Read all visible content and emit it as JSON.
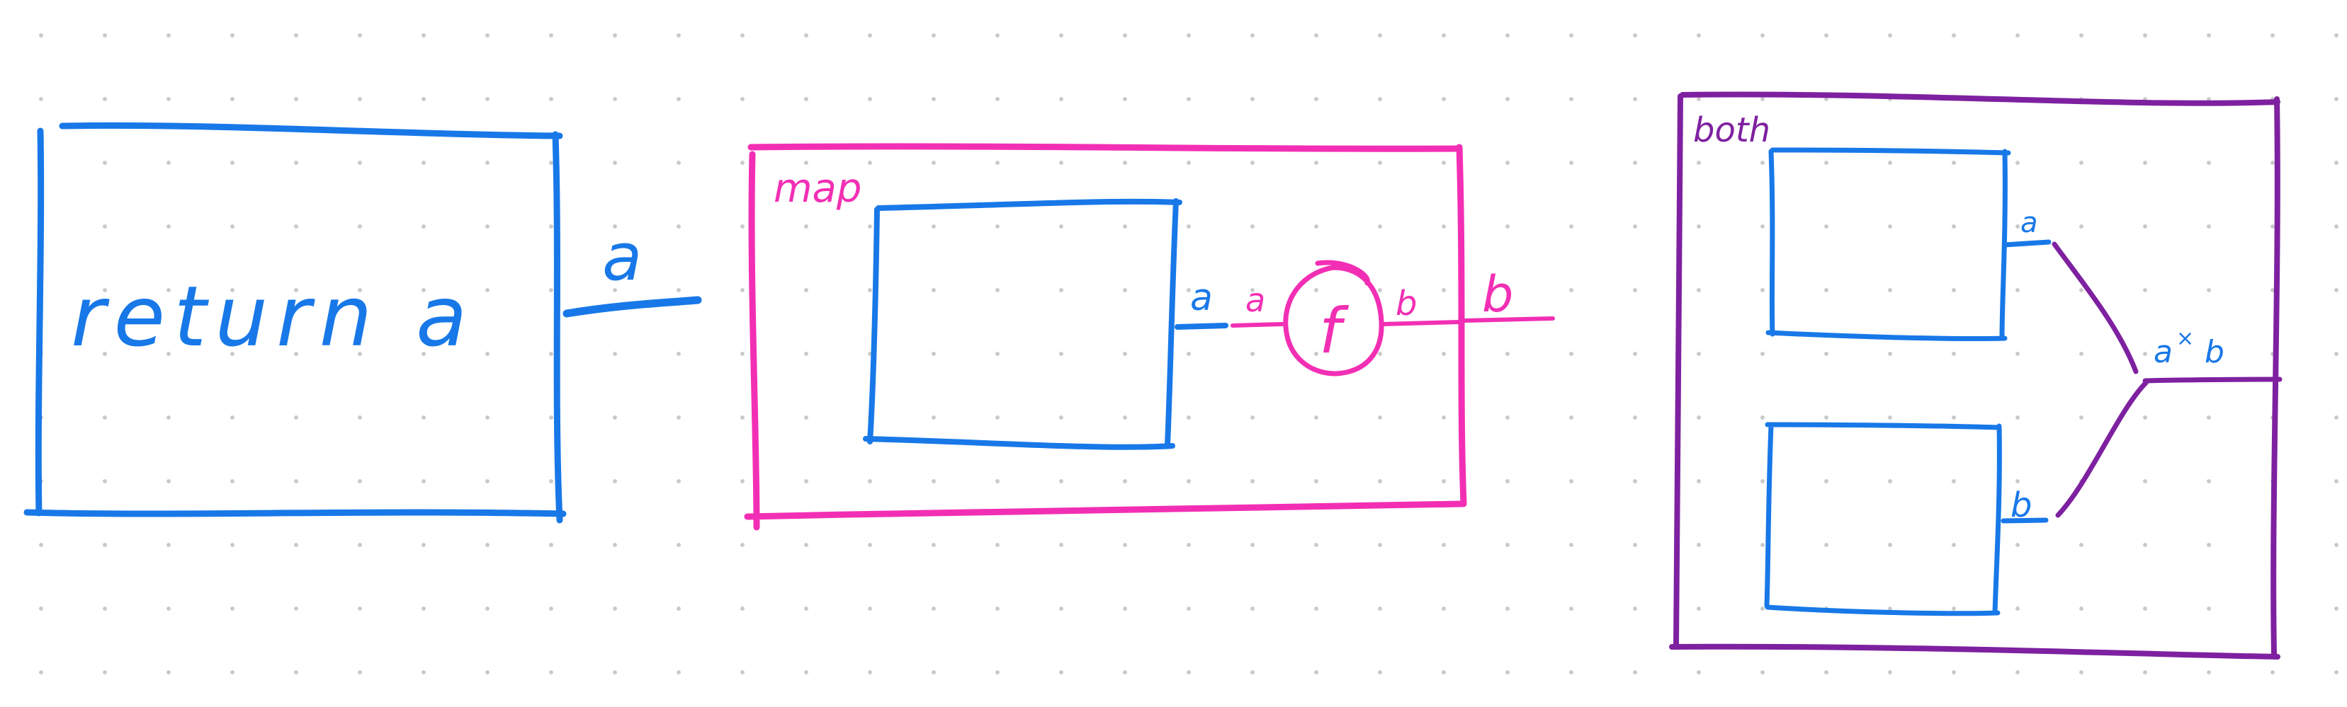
{
  "colors": {
    "blue": "#1878e8",
    "pink": "#f22fb4",
    "purple": "#7e21a0",
    "dot": "#c9c9c9",
    "background": "#ffffff"
  },
  "return_box": {
    "text": "return a",
    "output_label": "a"
  },
  "map_box": {
    "title": "map",
    "inner_output_label": "a",
    "f_input_label": "a",
    "function_label": "f",
    "f_output_label": "b",
    "output_label": "b"
  },
  "both_box": {
    "title": "both",
    "top_output_label": "a",
    "bottom_output_label": "b",
    "combined_label": "a",
    "combined_times": "×",
    "combined_label_b": "b"
  }
}
